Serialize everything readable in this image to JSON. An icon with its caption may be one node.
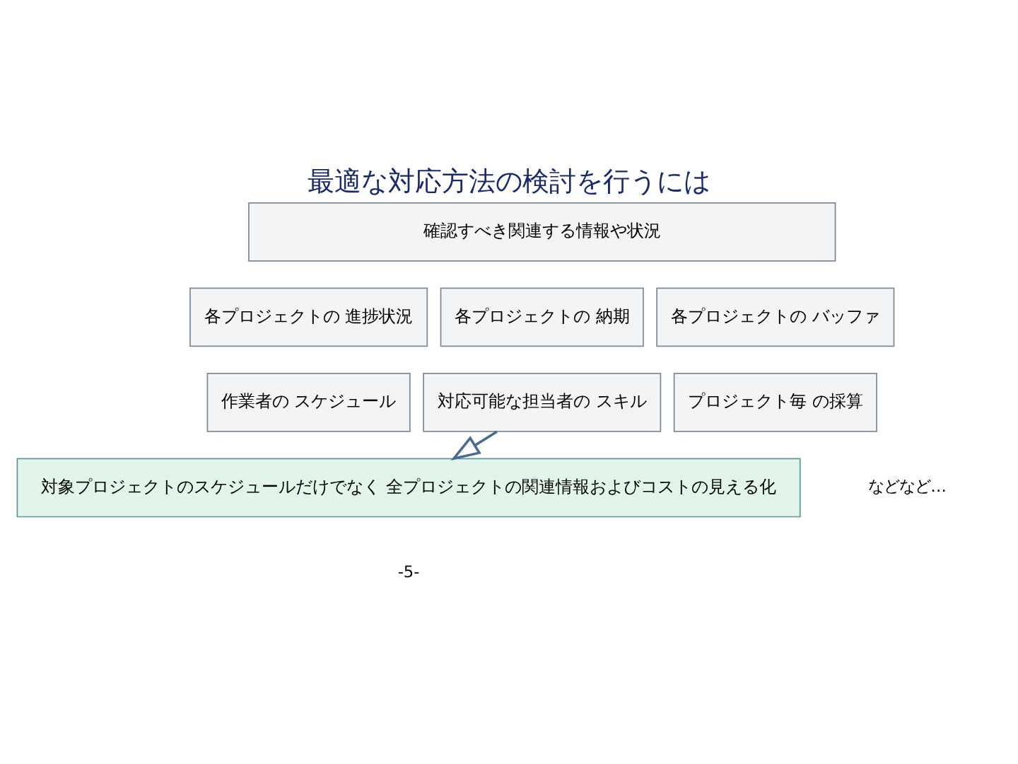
{
  "diagram": {
    "title": "最適な対応方法の検討を行うには",
    "nodes": [
      {
        "text": [
          "確認すべき関連する情報や状況"
        ]
      },
      {
        "text": [
          "各プロジェクトの 進捗状況"
        ]
      },
      {
        "text": [
          "各プロジェクトの 納期"
        ]
      },
      {
        "text": [
          "各プロジェクトの バッファ"
        ]
      },
      {
        "text": [
          "作業者の スケジュール"
        ]
      },
      {
        "text": [
          "対応可能な担当者の スキル"
        ]
      },
      {
        "text": [
          "プロジェクト毎 の採算"
        ]
      },
      {
        "text": [
          "対象プロジェクトのスケジュールだけでなく 全プロジェクトの関連情報およびコストの見える化"
        ]
      }
    ],
    "edges": [
      {
        "from": 5,
        "to": 7,
        "arrow": "to"
      }
    ],
    "labels": [
      "などなど…",
      "-5-"
    ]
  }
}
